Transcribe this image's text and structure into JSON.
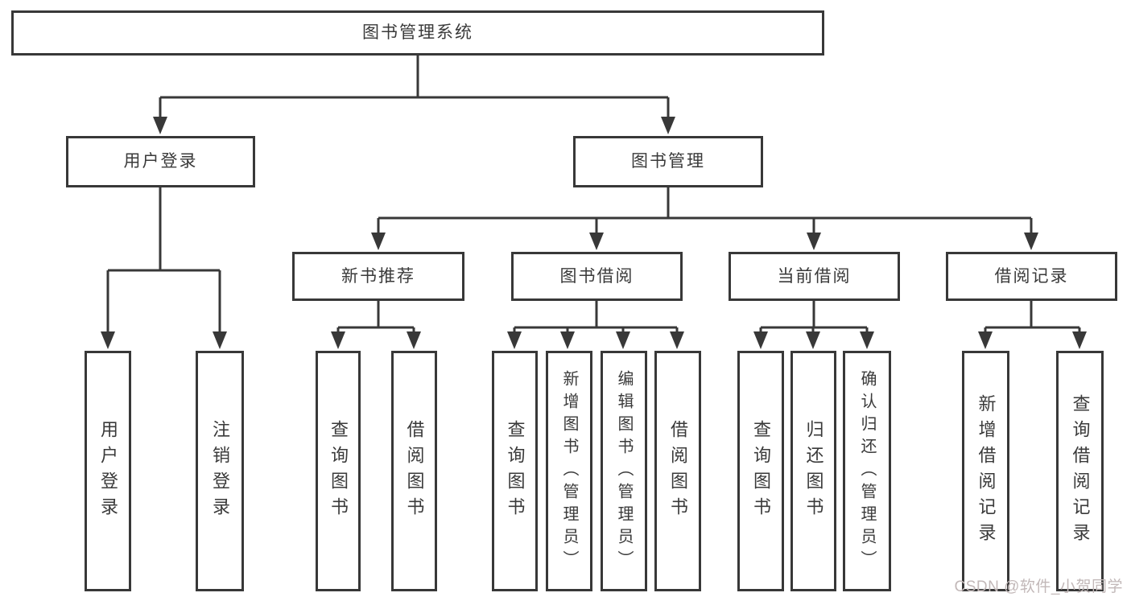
{
  "tree": {
    "root": {
      "label": "图书管理系统"
    },
    "branches": [
      {
        "label": "用户登录",
        "children": [
          {
            "label": "用户登录"
          },
          {
            "label": "注销登录"
          }
        ]
      },
      {
        "label": "图书管理",
        "children": [
          {
            "label": "新书推荐",
            "children": [
              {
                "label": "查询图书"
              },
              {
                "label": "借阅图书"
              }
            ]
          },
          {
            "label": "图书借阅",
            "children": [
              {
                "label": "查询图书"
              },
              {
                "label": "新增图书（管理员）"
              },
              {
                "label": "编辑图书（管理员）"
              },
              {
                "label": "借阅图书"
              }
            ]
          },
          {
            "label": "当前借阅",
            "children": [
              {
                "label": "查询图书"
              },
              {
                "label": "归还图书"
              },
              {
                "label": "确认归还（管理员）"
              }
            ]
          },
          {
            "label": "借阅记录",
            "children": [
              {
                "label": "新增借阅记录"
              },
              {
                "label": "查询借阅记录"
              }
            ]
          }
        ]
      }
    ]
  },
  "watermark": {
    "text": "CSDN @软件_小贺同学"
  },
  "colors": {
    "line": "#383838",
    "border": "#383838",
    "text": "#3a3a3a",
    "background": "#ffffff",
    "watermark": "#c2b8b8"
  }
}
